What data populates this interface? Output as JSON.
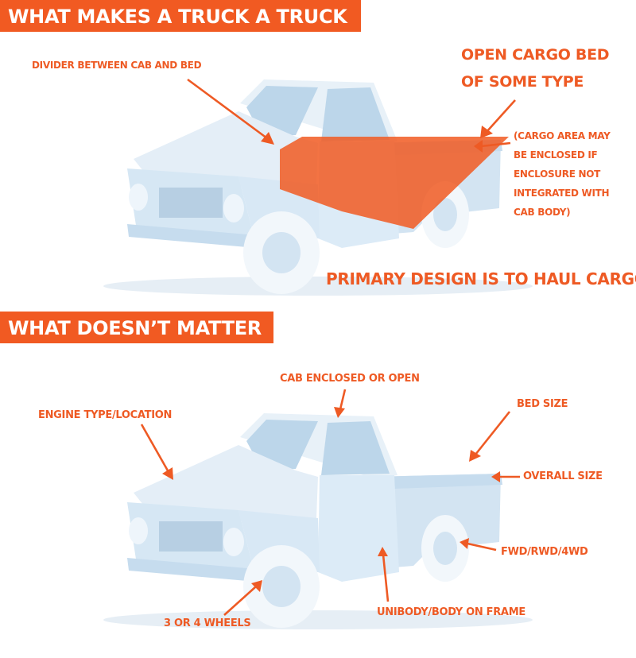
{
  "sections": [
    {
      "heading": "WHAT MAKES A TRUCK A TRUCK"
    },
    {
      "heading": "WHAT DOESN’T MATTER"
    }
  ],
  "top_labels": {
    "divider": "DIVIDER BETWEEN CAB AND BED",
    "open_bed_line1": "OPEN CARGO BED",
    "open_bed_line2": "OF SOME TYPE",
    "enclosed_note": [
      "(CARGO AREA MAY",
      "BE ENCLOSED IF",
      "ENCLOSURE NOT",
      "INTEGRATED WITH",
      "CAB BODY)"
    ],
    "primary": "PRIMARY DESIGN IS TO HAUL CARGO"
  },
  "bottom_labels": {
    "cab": "CAB ENCLOSED OR OPEN",
    "engine": "ENGINE TYPE/LOCATION",
    "bed_size": "BED SIZE",
    "overall": "OVERALL SIZE",
    "drive": "FWD/RWD/4WD",
    "wheels": "3 OR 4 WHEELS",
    "body": "UNIBODY/BODY ON FRAME"
  },
  "colors": {
    "accent": "#f15a22",
    "truck_fill": "#dcebf7",
    "outline": "#1d3040"
  }
}
